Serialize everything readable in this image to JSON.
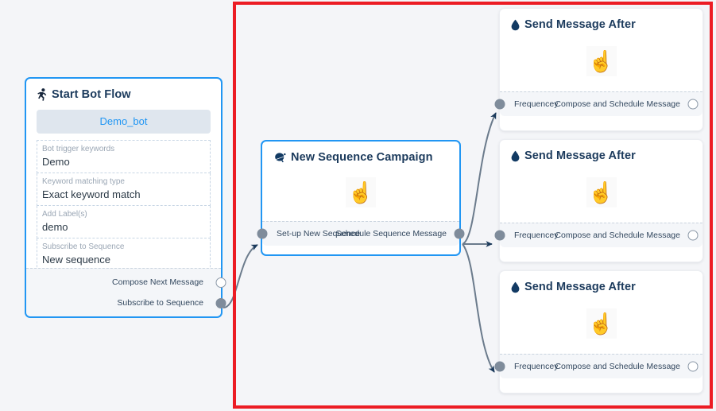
{
  "canvas": {
    "background_color": "#f4f5f8",
    "selection_border_color": "#ec1c24"
  },
  "nodes": {
    "start_bot_flow": {
      "title": "Start Bot Flow",
      "icon": "running-person-icon",
      "bot_pill": "Demo_bot",
      "border_color": "#2196f3",
      "fields": [
        {
          "label": "Bot trigger keywords",
          "value": "Demo"
        },
        {
          "label": "Keyword matching type",
          "value": "Exact keyword match"
        },
        {
          "label": "Add Label(s)",
          "value": "demo"
        },
        {
          "label": "Subscribe to Sequence",
          "value": "New sequence"
        }
      ],
      "outputs": [
        {
          "label": "Compose Next Message",
          "port": "hollow"
        },
        {
          "label": "Subscribe to Sequence",
          "port": "filled"
        }
      ]
    },
    "new_sequence_campaign": {
      "title": "New Sequence Campaign",
      "icon": "campaign-megaphone-icon",
      "border_color": "#2196f3",
      "cursor": "pointing-hand-cursor",
      "input_label": "Set-up New Sequence",
      "output_label": "Schedule Sequence Message"
    },
    "send_message_cards": [
      {
        "title": "Send Message After",
        "icon": "water-drop-icon",
        "cursor": "pointing-hand-cursor",
        "input_label": "Frequencey",
        "output_label": "Compose and Schedule Message"
      },
      {
        "title": "Send Message After",
        "icon": "water-drop-icon",
        "cursor": "pointing-hand-cursor",
        "input_label": "Frequencey",
        "output_label": "Compose and Schedule Message"
      },
      {
        "title": "Send Message After",
        "icon": "water-drop-icon",
        "cursor": "pointing-hand-cursor",
        "input_label": "Frequencey",
        "output_label": "Compose and Schedule Message"
      }
    ]
  },
  "edges": {
    "stroke_color": "#6b7b8c",
    "arrow_color": "#1b3a5c"
  }
}
